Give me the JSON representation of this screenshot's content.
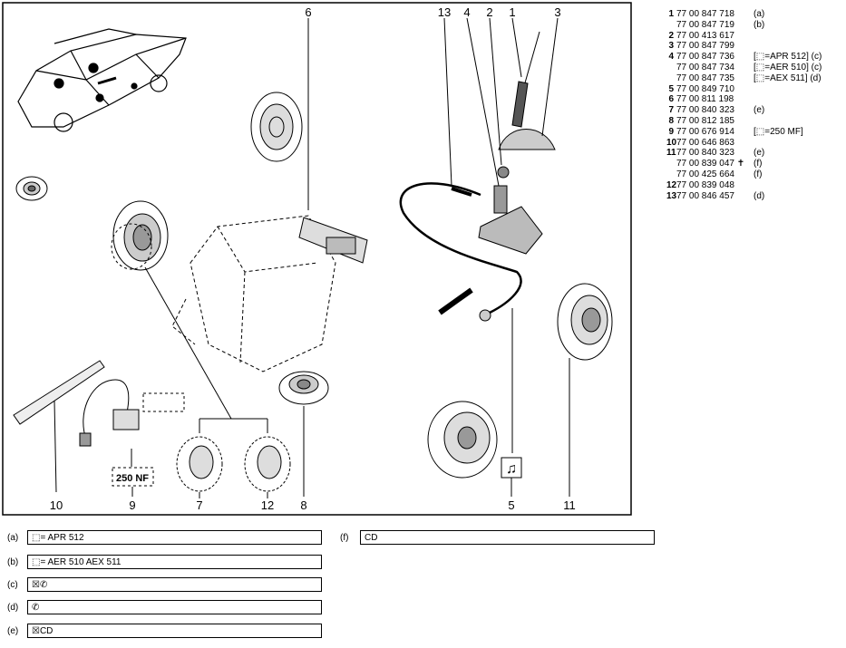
{
  "callouts": [
    "6",
    "13",
    "4",
    "2",
    "1",
    "3",
    "10",
    "9",
    "7",
    "12",
    "8",
    "5",
    "11"
  ],
  "tag_250nf": "250 NF",
  "parts": [
    {
      "idx": "1",
      "num": "77 00 847 718",
      "note": "(a)"
    },
    {
      "idx": "",
      "num": "77 00 847 719",
      "note": "(b)"
    },
    {
      "idx": "2",
      "num": "77 00 413 617",
      "note": ""
    },
    {
      "idx": "3",
      "num": "77 00 847 799",
      "note": ""
    },
    {
      "idx": "4",
      "num": "77 00 847 736",
      "note": "[⬚=APR 512] (c)"
    },
    {
      "idx": "",
      "num": "77 00 847 734",
      "note": "[⬚=AER 510] (c)"
    },
    {
      "idx": "",
      "num": "77 00 847 735",
      "note": "[⬚=AEX 511] (d)"
    },
    {
      "idx": "5",
      "num": "77 00 849 710",
      "note": ""
    },
    {
      "idx": "6",
      "num": "77 00 811 198",
      "note": ""
    },
    {
      "idx": "7",
      "num": "77 00 840 323",
      "note": "(e)"
    },
    {
      "idx": "8",
      "num": "77 00 812 185",
      "note": ""
    },
    {
      "idx": "9",
      "num": "77 00 676 914",
      "note": "[⬚=250 MF]"
    },
    {
      "idx": "10",
      "num": "77 00 646 863",
      "note": ""
    },
    {
      "idx": "11",
      "num": "77 00 840 323",
      "note": "(e)"
    },
    {
      "idx": "",
      "num": "77 00 839 047 ✝",
      "note": "(f)"
    },
    {
      "idx": "",
      "num": "77 00 425 664",
      "note": "(f)"
    },
    {
      "idx": "12",
      "num": "77 00 839 048",
      "note": ""
    },
    {
      "idx": "13",
      "num": "77 00 846 457",
      "note": "(d)"
    }
  ],
  "legend": [
    {
      "key": "(a)",
      "text": "⬚= APR 512"
    },
    {
      "key": "(b)",
      "text": "⬚= AER 510 AEX 511"
    },
    {
      "key": "(c)",
      "text": "☒✆"
    },
    {
      "key": "(d)",
      "text": "✆"
    },
    {
      "key": "(e)",
      "text": "☒CD"
    },
    {
      "key": "(f)",
      "text": "CD"
    }
  ]
}
